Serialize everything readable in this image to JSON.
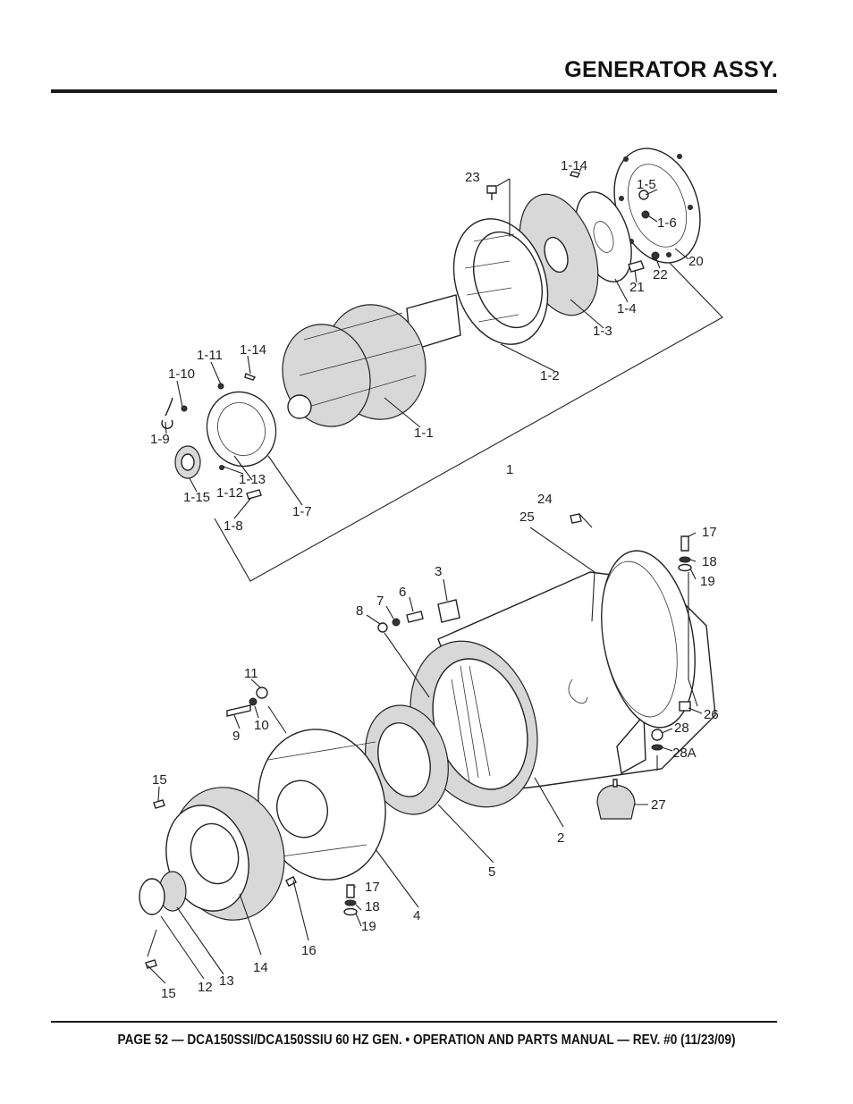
{
  "header": {
    "title": "GENERATOR ASSY."
  },
  "footer": {
    "text": "PAGE 52 — DCA150SSI/DCA150SSIU 60 HZ GEN. • OPERATION AND PARTS MANUAL — REV. #0 (11/23/09)"
  },
  "callouts": {
    "c_23": "23",
    "c_1_14a": "1-14",
    "c_1_5": "1-5",
    "c_1_6": "1-6",
    "c_20": "20",
    "c_22": "22",
    "c_21": "21",
    "c_1_4": "1-4",
    "c_1_3": "1-3",
    "c_1_2": "1-2",
    "c_1_1": "1-1",
    "c_1": "1",
    "c_1_11": "1-11",
    "c_1_14b": "1-14",
    "c_1_10": "1-10",
    "c_1_9": "1-9",
    "c_1_13": "1-13",
    "c_1_12": "1-12",
    "c_1_15": "1-15",
    "c_1_8": "1-8",
    "c_1_7": "1-7",
    "c_24": "24",
    "c_25": "25",
    "c_17a": "17",
    "c_18a": "18",
    "c_19a": "19",
    "c_3": "3",
    "c_6": "6",
    "c_7": "7",
    "c_8": "8",
    "c_11": "11",
    "c_10": "10",
    "c_9": "9",
    "c_26": "26",
    "c_28": "28",
    "c_28A": "28A",
    "c_27": "27",
    "c_2": "2",
    "c_5": "5",
    "c_4": "4",
    "c_15a": "15",
    "c_17b": "17",
    "c_18b": "18",
    "c_19b": "19",
    "c_16": "16",
    "c_14": "14",
    "c_13": "13",
    "c_12": "12",
    "c_15b": "15"
  }
}
